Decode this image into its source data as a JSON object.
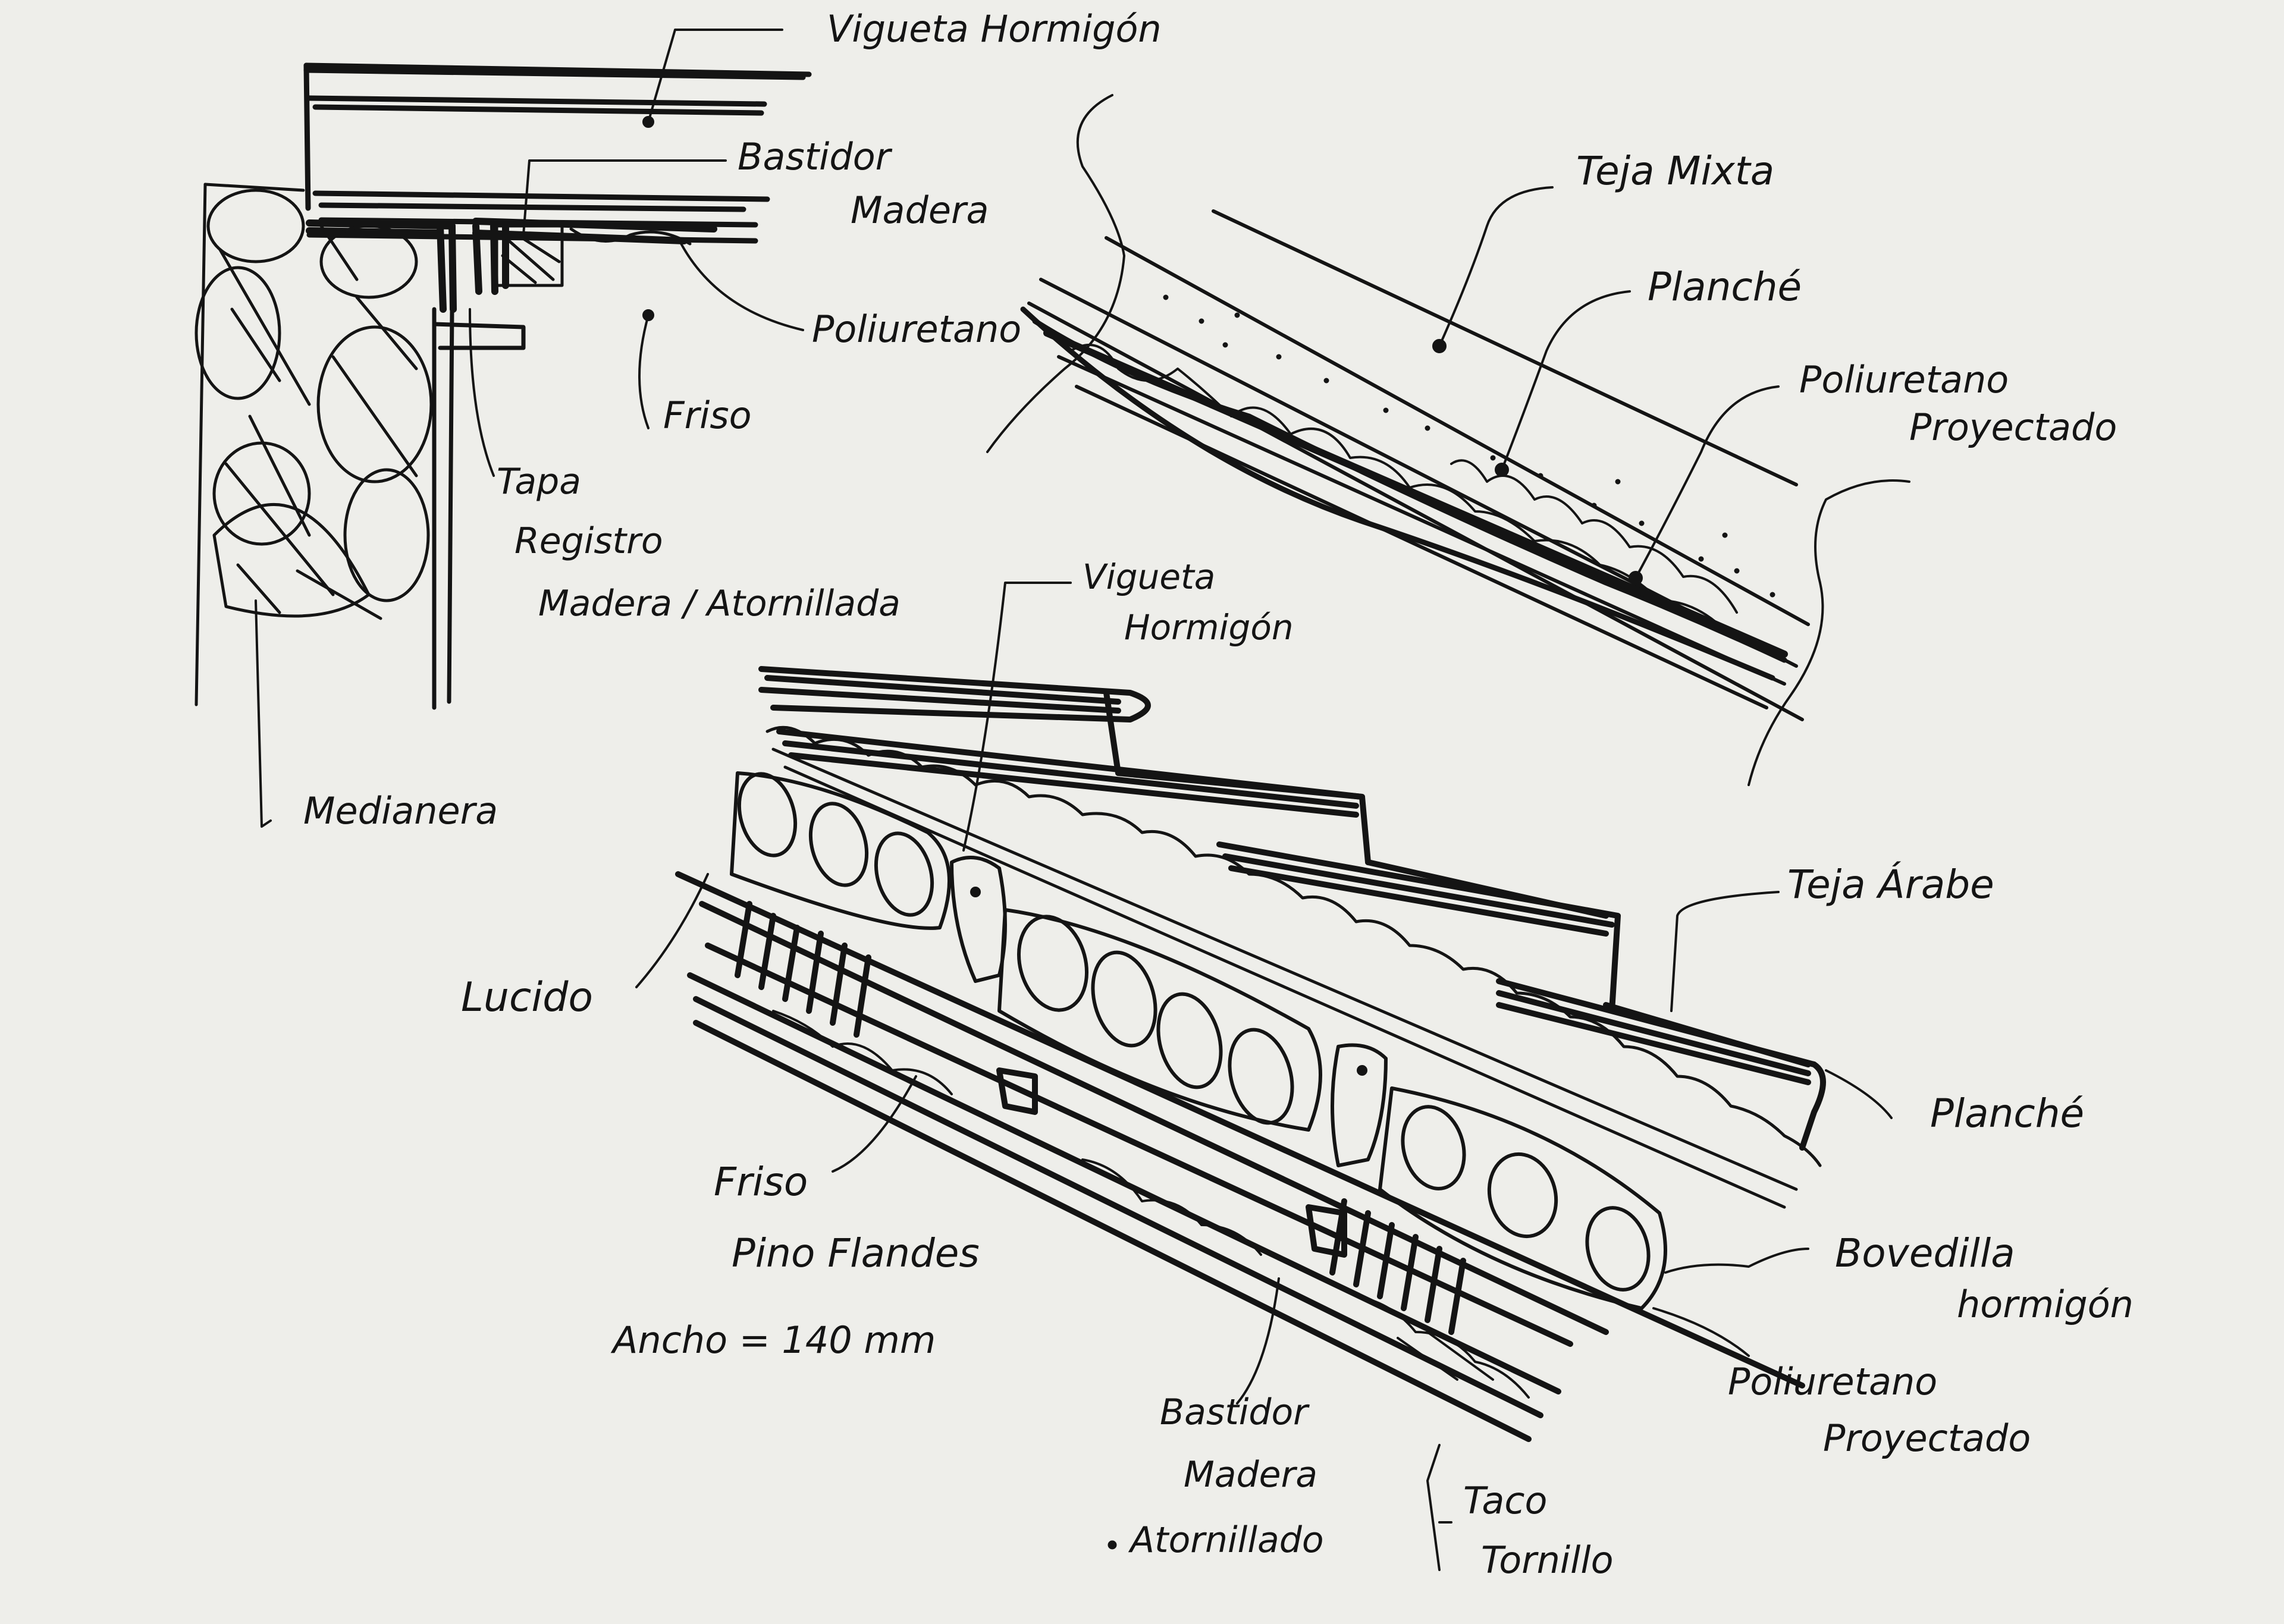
{
  "paper_color": "#eeeeea",
  "ink_color": "#141414",
  "sketch_wall": {
    "labels": {
      "vigueta": "Vigueta Hormigón",
      "bastidor_line1": "Bastidor",
      "bastidor_line2": "Madera",
      "poliuretano": "Poliuretano",
      "friso": "Friso",
      "tapa_line1": "Tapa",
      "tapa_line2": "Registro",
      "tapa_line3": "Madera / Atornillada",
      "medianera": "Medianera"
    }
  },
  "sketch_roof_top": {
    "labels": {
      "teja": "Teja Mixta",
      "planche": "Planché",
      "poliuretano_line1": "Poliuretano",
      "poliuretano_line2": "Proyectado"
    }
  },
  "sketch_roof_bottom": {
    "labels": {
      "vigueta_line1": "Vigueta",
      "vigueta_line2": "Hormigón",
      "teja": "Teja Árabe",
      "lucido": "Lucido",
      "planche": "Planché",
      "friso_line1": "Friso",
      "friso_line2": "Pino Flandes",
      "ancho": "Ancho = 140 mm",
      "bovedilla_line1": "Bovedilla",
      "bovedilla_line2": "hormigón",
      "poliuretano_line1": "Poliuretano",
      "poliuretano_line2": "Proyectado",
      "bastidor_line1": "Bastidor",
      "bastidor_line2": "Madera",
      "bastidor_line3": "Atornillado",
      "taco_line1": "Taco",
      "taco_line2": "Tornillo"
    }
  }
}
